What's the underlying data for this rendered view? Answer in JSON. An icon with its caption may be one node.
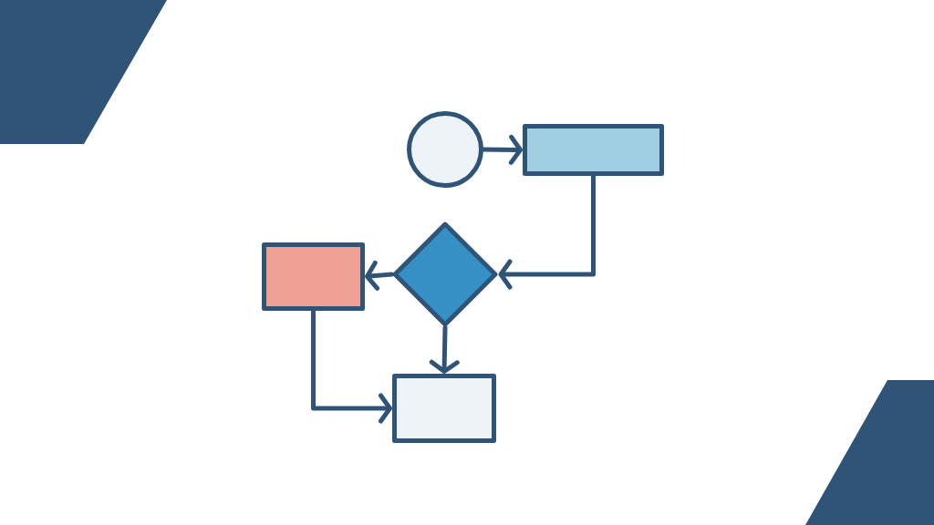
{
  "diagram": {
    "nodes": [
      {
        "text": [],
        "shape": "circle"
      },
      {
        "text": [],
        "shape": "box"
      },
      {
        "text": [],
        "shape": "diamond"
      },
      {
        "text": [],
        "shape": "box"
      },
      {
        "text": [],
        "shape": "box"
      }
    ],
    "edges": [
      {
        "from": 0,
        "to": 1,
        "arrow": "to"
      },
      {
        "from": 1,
        "to": 2,
        "arrow": "to"
      },
      {
        "from": 2,
        "to": 3,
        "arrow": "to"
      },
      {
        "from": 2,
        "to": 4,
        "arrow": "to"
      },
      {
        "from": 3,
        "to": 4,
        "arrow": "to"
      }
    ]
  }
}
